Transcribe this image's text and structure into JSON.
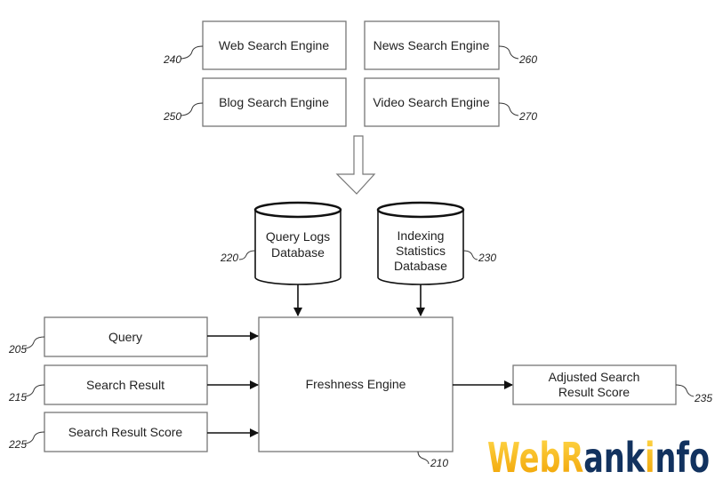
{
  "engines": [
    {
      "label": "Web Search Engine",
      "ref": "240"
    },
    {
      "label": "News Search Engine",
      "ref": "260"
    },
    {
      "label": "Blog Search Engine",
      "ref": "250"
    },
    {
      "label": "Video Search Engine",
      "ref": "270"
    }
  ],
  "databases": [
    {
      "lines": [
        "Query Logs",
        "Database"
      ],
      "ref": "220"
    },
    {
      "lines": [
        "Indexing",
        "Statistics",
        "Database"
      ],
      "ref": "230"
    }
  ],
  "inputs": [
    {
      "label": "Query",
      "ref": "205"
    },
    {
      "label": "Search Result",
      "ref": "215"
    },
    {
      "label": "Search Result Score",
      "ref": "225"
    }
  ],
  "engine": {
    "label": "Freshness Engine",
    "ref": "210"
  },
  "output": {
    "lines": [
      "Adjusted Search",
      "Result Score"
    ],
    "ref": "235"
  },
  "logo": {
    "text": "WebRankinfo",
    "colors": {
      "primary": "#f5b40f",
      "secondary": "#12325f"
    }
  }
}
